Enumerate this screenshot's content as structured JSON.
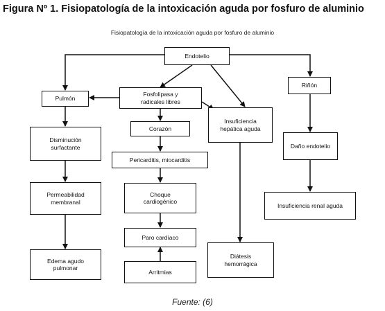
{
  "figure_title": "Figura Nº 1. Fisiopatología de la intoxicación aguda por fosfuro de aluminio",
  "diagram_title": "Fisiopatología de la intoxicación aguda por fosfuro de aluminio",
  "source": "Fuente: (6)",
  "nodes": {
    "endotelio": "Endotelio",
    "pulmon": "Pulmón",
    "fosfolipasa": "Fosfolipasa y\nradicales libres",
    "insuficiencia_hepatica": "Insuficiencia\nhepática aguda",
    "rinon": "Riñón",
    "disminucion": "Disminución\nsurfactante",
    "corazon": "Corazón",
    "pericarditis": "Pericarditis, miocarditis",
    "dano_endotelio": "Daño endotelio",
    "permeabilidad": "Permeabilidad\nmembranal",
    "choque": "Choque\ncardiogénico",
    "insuficiencia_renal": "Insuficiencia renal aguda",
    "paro": "Paro cardíaco",
    "edema": "Edema agudo\npulmonar",
    "diatesis": "Diátesis\nhemorrágica",
    "arritmias": "Arritmias"
  },
  "line_color": "#111111"
}
